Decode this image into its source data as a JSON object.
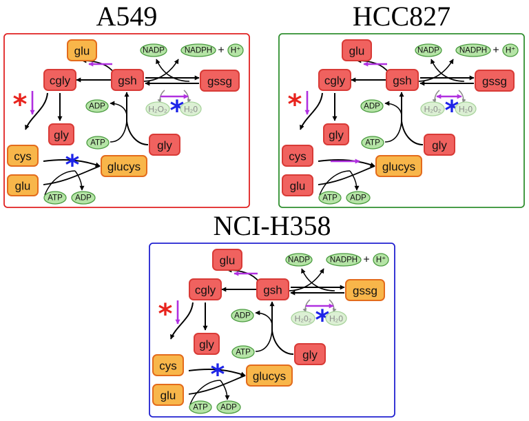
{
  "colors": {
    "red_node_fill": "#f0625f",
    "red_node_stroke": "#d83a36",
    "orange_node_fill": "#f8b64a",
    "orange_node_stroke": "#e36b1c",
    "cofactor_fill": "#b5e4a6",
    "cofactor_stroke": "#4a9a3f",
    "faint_fill": "#dcf0d4",
    "faint_stroke": "#a8d39c",
    "arrow": "#000000",
    "faint_arrow": "#8a8a8a",
    "purple_arrow": "#b030e0",
    "red_star": "#e8231d",
    "blue_star": "#1d24e8"
  },
  "panels": [
    {
      "title": "A549",
      "frame_color": "#e02020",
      "red_star": "*",
      "blue_star_top": "*",
      "blue_star_bottom": "*",
      "top_arrow": "left",
      "h2o2_arrow": "right",
      "glucys_arrow": "none",
      "colors": {
        "glu_top": "orange",
        "cys": "orange",
        "glu_bottom": "orange",
        "glucys": "orange",
        "gssg": "red"
      },
      "labels": {
        "glu_top": "glu",
        "cgly": "cgly",
        "gsh": "gsh",
        "gssg": "gssg",
        "gly_mid": "gly",
        "gly_right": "gly",
        "cys": "cys",
        "glu_bottom": "glu",
        "glucys": "glucys",
        "nadp": "NADP",
        "nadph": "NADPH",
        "plus": "+",
        "hplus": "H⁺",
        "adp_mid": "ADP",
        "atp_mid": "ATP",
        "atp_bottom": "ATP",
        "adp_bottom": "ADP",
        "h2o2": "H₂O₂",
        "h2o": "H₂0"
      }
    },
    {
      "title": "HCC827",
      "frame_color": "#2f8f2f",
      "red_star": "*",
      "blue_star_top": "*",
      "blue_star_bottom": "",
      "top_arrow": "left",
      "h2o2_arrow": "both",
      "glucys_arrow": "right",
      "colors": {
        "glu_top": "red",
        "cys": "red",
        "glu_bottom": "red",
        "glucys": "orange",
        "gssg": "red"
      },
      "labels": {
        "glu_top": "glu",
        "cgly": "cgly",
        "gsh": "gsh",
        "gssg": "gssg",
        "gly_mid": "gly",
        "gly_right": "gly",
        "cys": "cys",
        "glu_bottom": "glu",
        "glucys": "glucys",
        "nadp": "NADP",
        "nadph": "NADPH",
        "plus": "+",
        "hplus": "H⁺",
        "adp_mid": "ADP",
        "atp_mid": "ATP",
        "atp_bottom": "ATP",
        "adp_bottom": "ADP",
        "h2o2": "H₂0₂",
        "h2o": "H₂0"
      }
    },
    {
      "title": "NCI-H358",
      "frame_color": "#2020d0",
      "red_star": "*",
      "blue_star_top": "*",
      "blue_star_bottom": "*",
      "top_arrow": "left",
      "h2o2_arrow": "right",
      "glucys_arrow": "none",
      "colors": {
        "glu_top": "red",
        "cys": "orange",
        "glu_bottom": "orange",
        "glucys": "orange",
        "gssg": "orange"
      },
      "labels": {
        "glu_top": "glu",
        "cgly": "cgly",
        "gsh": "gsh",
        "gssg": "gssg",
        "gly_mid": "gly",
        "gly_right": "gly",
        "cys": "cys",
        "glu_bottom": "glu",
        "glucys": "glucys",
        "nadp": "NADP",
        "nadph": "NADPH",
        "plus": "+",
        "hplus": "H⁺",
        "adp_mid": "ADP",
        "atp_mid": "ATP",
        "atp_bottom": "ATP",
        "adp_bottom": "ADP",
        "h2o2": "H₂0₂",
        "h2o": "H₂0"
      }
    }
  ]
}
